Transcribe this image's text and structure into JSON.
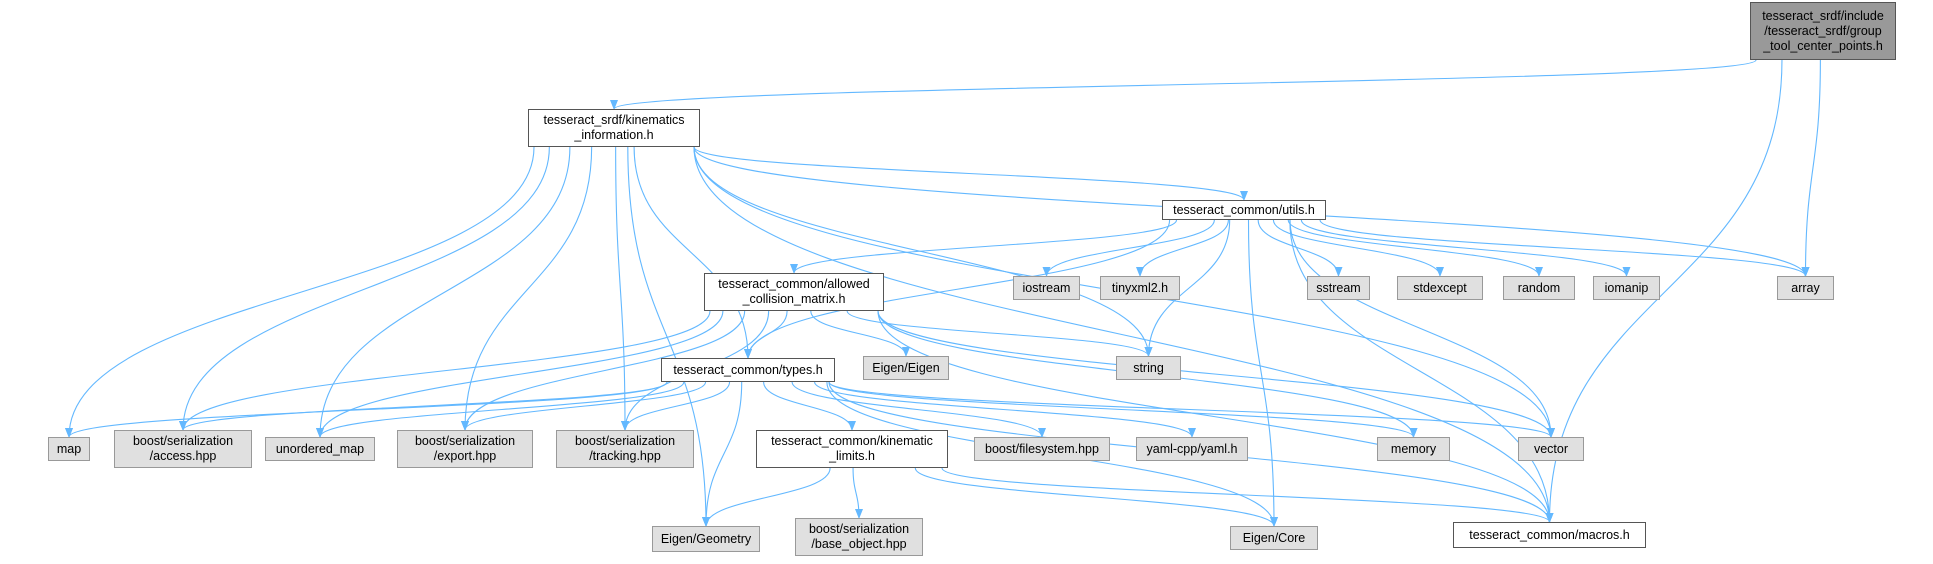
{
  "graph": {
    "edge_color": "#63b8ff",
    "nodes": [
      {
        "id": "group_tcp",
        "label": "tesseract_srdf/include\n/tesseract_srdf/group\n_tool_center_points.h",
        "style": "root"
      },
      {
        "id": "kin_info",
        "label": "tesseract_srdf/kinematics\n_information.h",
        "style": "white"
      },
      {
        "id": "utils",
        "label": "tesseract_common/utils.h",
        "style": "white"
      },
      {
        "id": "acm",
        "label": "tesseract_common/allowed\n_collision_matrix.h",
        "style": "white"
      },
      {
        "id": "types",
        "label": "tesseract_common/types.h",
        "style": "white"
      },
      {
        "id": "kin_limits",
        "label": "tesseract_common/kinematic\n_limits.h",
        "style": "white"
      },
      {
        "id": "macros",
        "label": "tesseract_common/macros.h",
        "style": "white"
      },
      {
        "id": "array",
        "label": "array",
        "style": "grey"
      },
      {
        "id": "iostream",
        "label": "iostream",
        "style": "grey"
      },
      {
        "id": "tinyxml2",
        "label": "tinyxml2.h",
        "style": "grey"
      },
      {
        "id": "sstream",
        "label": "sstream",
        "style": "grey"
      },
      {
        "id": "stdexcept",
        "label": "stdexcept",
        "style": "grey"
      },
      {
        "id": "random",
        "label": "random",
        "style": "grey"
      },
      {
        "id": "iomanip",
        "label": "iomanip",
        "style": "grey"
      },
      {
        "id": "string",
        "label": "string",
        "style": "grey"
      },
      {
        "id": "eigen_eigen",
        "label": "Eigen/Eigen",
        "style": "grey"
      },
      {
        "id": "map",
        "label": "map",
        "style": "grey"
      },
      {
        "id": "access",
        "label": "boost/serialization\n/access.hpp",
        "style": "grey"
      },
      {
        "id": "unordered_map",
        "label": "unordered_map",
        "style": "grey"
      },
      {
        "id": "export",
        "label": "boost/serialization\n/export.hpp",
        "style": "grey"
      },
      {
        "id": "tracking",
        "label": "boost/serialization\n/tracking.hpp",
        "style": "grey"
      },
      {
        "id": "filesystem",
        "label": "boost/filesystem.hpp",
        "style": "grey"
      },
      {
        "id": "yaml",
        "label": "yaml-cpp/yaml.h",
        "style": "grey"
      },
      {
        "id": "memory",
        "label": "memory",
        "style": "grey"
      },
      {
        "id": "vector",
        "label": "vector",
        "style": "grey"
      },
      {
        "id": "eigen_geometry",
        "label": "Eigen/Geometry",
        "style": "grey"
      },
      {
        "id": "base_object",
        "label": "boost/serialization\n/base_object.hpp",
        "style": "grey"
      },
      {
        "id": "eigen_core",
        "label": "Eigen/Core",
        "style": "grey"
      }
    ],
    "edges": [
      [
        "group_tcp",
        "kin_info"
      ],
      [
        "group_tcp",
        "array"
      ],
      [
        "group_tcp",
        "macros"
      ],
      [
        "kin_info",
        "utils"
      ],
      [
        "kin_info",
        "types"
      ],
      [
        "kin_info",
        "array"
      ],
      [
        "kin_info",
        "macros"
      ],
      [
        "kin_info",
        "string"
      ],
      [
        "kin_info",
        "map"
      ],
      [
        "kin_info",
        "access"
      ],
      [
        "kin_info",
        "unordered_map"
      ],
      [
        "kin_info",
        "export"
      ],
      [
        "kin_info",
        "tracking"
      ],
      [
        "kin_info",
        "eigen_geometry"
      ],
      [
        "kin_info",
        "vector"
      ],
      [
        "utils",
        "acm"
      ],
      [
        "utils",
        "types"
      ],
      [
        "utils",
        "iostream"
      ],
      [
        "utils",
        "tinyxml2"
      ],
      [
        "utils",
        "sstream"
      ],
      [
        "utils",
        "stdexcept"
      ],
      [
        "utils",
        "random"
      ],
      [
        "utils",
        "iomanip"
      ],
      [
        "utils",
        "array"
      ],
      [
        "utils",
        "string"
      ],
      [
        "utils",
        "vector"
      ],
      [
        "utils",
        "macros"
      ],
      [
        "utils",
        "eigen_core"
      ],
      [
        "acm",
        "types"
      ],
      [
        "acm",
        "eigen_eigen"
      ],
      [
        "acm",
        "string"
      ],
      [
        "acm",
        "access"
      ],
      [
        "acm",
        "unordered_map"
      ],
      [
        "acm",
        "export"
      ],
      [
        "acm",
        "tracking"
      ],
      [
        "acm",
        "memory"
      ],
      [
        "acm",
        "vector"
      ],
      [
        "acm",
        "macros"
      ],
      [
        "types",
        "map"
      ],
      [
        "types",
        "access"
      ],
      [
        "types",
        "unordered_map"
      ],
      [
        "types",
        "export"
      ],
      [
        "types",
        "tracking"
      ],
      [
        "types",
        "kin_limits"
      ],
      [
        "types",
        "filesystem"
      ],
      [
        "types",
        "yaml"
      ],
      [
        "types",
        "memory"
      ],
      [
        "types",
        "vector"
      ],
      [
        "types",
        "eigen_geometry"
      ],
      [
        "types",
        "eigen_core"
      ],
      [
        "types",
        "macros"
      ],
      [
        "kin_limits",
        "eigen_geometry"
      ],
      [
        "kin_limits",
        "base_object"
      ],
      [
        "kin_limits",
        "eigen_core"
      ],
      [
        "kin_limits",
        "macros"
      ]
    ]
  }
}
